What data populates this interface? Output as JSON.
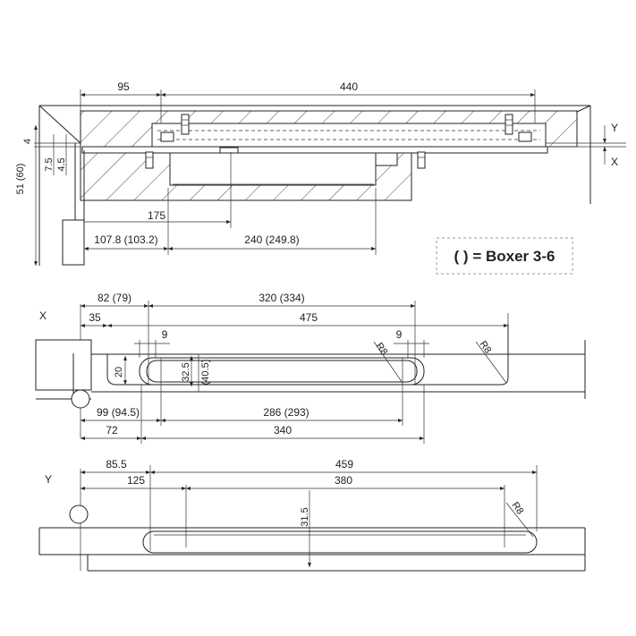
{
  "note": {
    "text": "( ) = Boxer 3-6"
  },
  "top_view": {
    "dims": {
      "d95": "95",
      "d440": "440",
      "d175": "175",
      "d107": "107.8 (103.2)",
      "d240": "240 (249.8)"
    },
    "vdims": {
      "d4": "4",
      "d75": "7.5",
      "d45": "4.5",
      "d51": "51 (60)"
    },
    "axis_y": "Y",
    "axis_x": "X"
  },
  "middle_view": {
    "axis": "X",
    "dims": {
      "d82": "82 (79)",
      "d320": "320 (334)",
      "d35": "35",
      "d475": "475",
      "d9a": "9",
      "d9b": "9",
      "r8a": "R8",
      "r8b": "R8",
      "d20": "20",
      "d325": "32.5",
      "d405": "(40.5)",
      "d99": "99 (94.5)",
      "d286": "286 (293)",
      "d72": "72",
      "d340": "340"
    }
  },
  "bottom_view": {
    "axis": "Y",
    "dims": {
      "d855": "85.5",
      "d459": "459",
      "d125": "125",
      "d380": "380",
      "d315": "31.5",
      "r8": "R8"
    }
  }
}
